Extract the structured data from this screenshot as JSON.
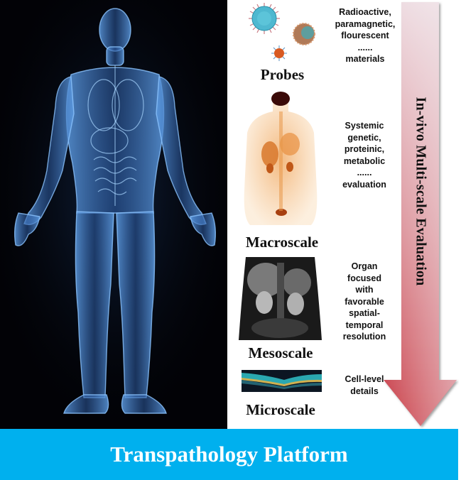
{
  "figure": {
    "body_panel": {
      "icon": "human-body-xray",
      "background": "#020206",
      "body_color": "#4a8fd8"
    },
    "arrow": {
      "label": "In-vivo Multi-scale Evaluation",
      "colors": {
        "top": "#ecd2da",
        "bottom": "#c83a44",
        "right": "#e9e6ec"
      }
    },
    "scales": [
      {
        "id": "probes",
        "label": "Probes",
        "image": "nanoparticle-probes",
        "description": [
          "Radioactive,",
          "paramagnetic,",
          "flourescent",
          "......",
          "materials"
        ]
      },
      {
        "id": "macroscale",
        "label": "Macroscale",
        "image": "whole-body-pet-scan",
        "description": [
          "Systemic",
          "genetic,",
          "proteinic,",
          "metabolic",
          "......",
          "evaluation"
        ]
      },
      {
        "id": "mesoscale",
        "label": "Mesoscale",
        "image": "abdominal-mri-scan",
        "description": [
          "Organ",
          "focused",
          "with",
          "favorable",
          "spatial-",
          "temporal",
          "resolution"
        ]
      },
      {
        "id": "microscale",
        "label": "Microscale",
        "image": "retinal-oct-scan",
        "description": [
          "Cell-level",
          "details"
        ]
      }
    ],
    "platform": {
      "label": "Transpathology Platform",
      "color": "#00b0ee"
    }
  }
}
